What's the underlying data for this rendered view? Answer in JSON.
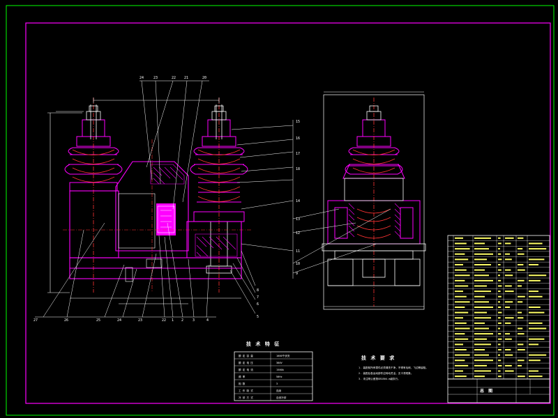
{
  "sheet": {
    "title_tech_char": "技 术 特 征",
    "title_tech_req": "技 术 要 求",
    "drawing_name": "总 图"
  },
  "side_labels": [
    "15",
    "16",
    "17",
    "18",
    "14",
    "13",
    "12",
    "11",
    "10",
    "9"
  ],
  "front_top_labels": [
    "24",
    "23",
    "22",
    "21",
    "20"
  ],
  "front_bottom_labels": [
    "27",
    "26",
    "25",
    "24",
    "23",
    "22",
    "1",
    "2",
    "3",
    "4"
  ],
  "right_side_labels": [
    "8",
    "7",
    "6",
    "5"
  ],
  "tech_char_rows": [
    [
      "额 定 容 量",
      "1000千伏安"
    ],
    [
      "额 定 电 压",
      "380V"
    ],
    [
      "额 定 电 流",
      "1500A"
    ],
    [
      "频 率",
      "50Hz"
    ],
    [
      "相 数",
      "3"
    ],
    [
      "工 作 制 式",
      "连续"
    ],
    [
      "冷 却 方 式",
      "自然冷却"
    ]
  ],
  "tech_req_lines": [
    "1. 装配前所有零件必须清洗干净，不得有毛刺、飞边等缺陷。",
    "2. 装配后各运动部件应转动灵活，无卡滞现象。",
    "3. 未注明公差按GB1804-m级执行。"
  ],
  "colors": {
    "frame": "#ff00ff",
    "outline": "#00ff00",
    "line": "#ffffff",
    "center": "#ff3333",
    "hatch": "#ff00ff",
    "dim": "#ffff00"
  }
}
